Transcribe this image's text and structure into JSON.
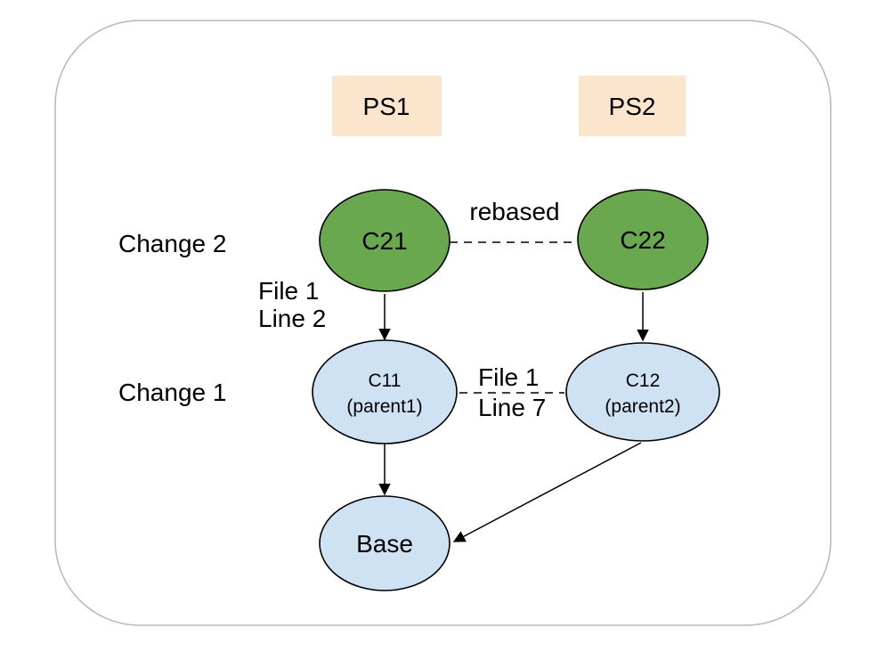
{
  "diagram": {
    "patchset_headers": [
      {
        "label": "PS1"
      },
      {
        "label": "PS2"
      }
    ],
    "row_labels": [
      {
        "label": "Change 2"
      },
      {
        "label": "Change 1"
      }
    ],
    "nodes": {
      "c21": {
        "label": "C21"
      },
      "c22": {
        "label": "C22"
      },
      "c11": {
        "label": "C11",
        "sublabel": "(parent1)"
      },
      "c12": {
        "label": "C12",
        "sublabel": "(parent2)"
      },
      "base": {
        "label": "Base"
      }
    },
    "edge_labels": {
      "rebased": "rebased",
      "c21_edge": [
        "File 1",
        "Line 2"
      ],
      "c11_c12_edge": [
        "File 1",
        "Line 7"
      ]
    },
    "colors": {
      "patchset_fill": "#fce5cd",
      "change2_fill": "#6aa84f",
      "change1_fill": "#cfe2f3",
      "frame_border": "#b7b7b7",
      "line_color": "#000000"
    }
  }
}
